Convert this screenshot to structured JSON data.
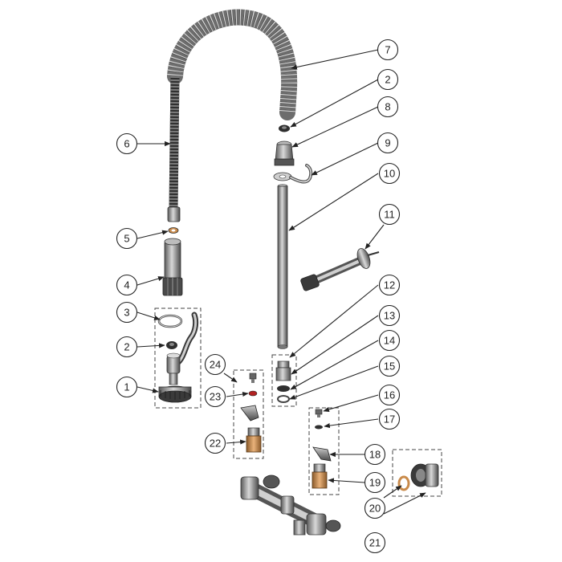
{
  "callouts": [
    {
      "id": "c1",
      "label": "1"
    },
    {
      "id": "c2a",
      "label": "2"
    },
    {
      "id": "c2b",
      "label": "2"
    },
    {
      "id": "c3",
      "label": "3"
    },
    {
      "id": "c4",
      "label": "4"
    },
    {
      "id": "c5",
      "label": "5"
    },
    {
      "id": "c6",
      "label": "6"
    },
    {
      "id": "c7",
      "label": "7"
    },
    {
      "id": "c8",
      "label": "8"
    },
    {
      "id": "c9",
      "label": "9"
    },
    {
      "id": "c10",
      "label": "10"
    },
    {
      "id": "c11",
      "label": "11"
    },
    {
      "id": "c12",
      "label": "12"
    },
    {
      "id": "c13",
      "label": "13"
    },
    {
      "id": "c14",
      "label": "14"
    },
    {
      "id": "c15",
      "label": "15"
    },
    {
      "id": "c16",
      "label": "16"
    },
    {
      "id": "c17",
      "label": "17"
    },
    {
      "id": "c18",
      "label": "18"
    },
    {
      "id": "c19",
      "label": "19"
    },
    {
      "id": "c20",
      "label": "20"
    },
    {
      "id": "c21",
      "label": "21"
    },
    {
      "id": "c22",
      "label": "22"
    },
    {
      "id": "c23",
      "label": "23"
    },
    {
      "id": "c24",
      "label": "24"
    }
  ],
  "colors": {
    "metal_dark": "#3a3a3a",
    "metal_mid": "#8a8a8a",
    "metal_light": "#cfcfcf",
    "brass": "#c98a4a",
    "red_washer": "#b22222",
    "line": "#222222"
  }
}
